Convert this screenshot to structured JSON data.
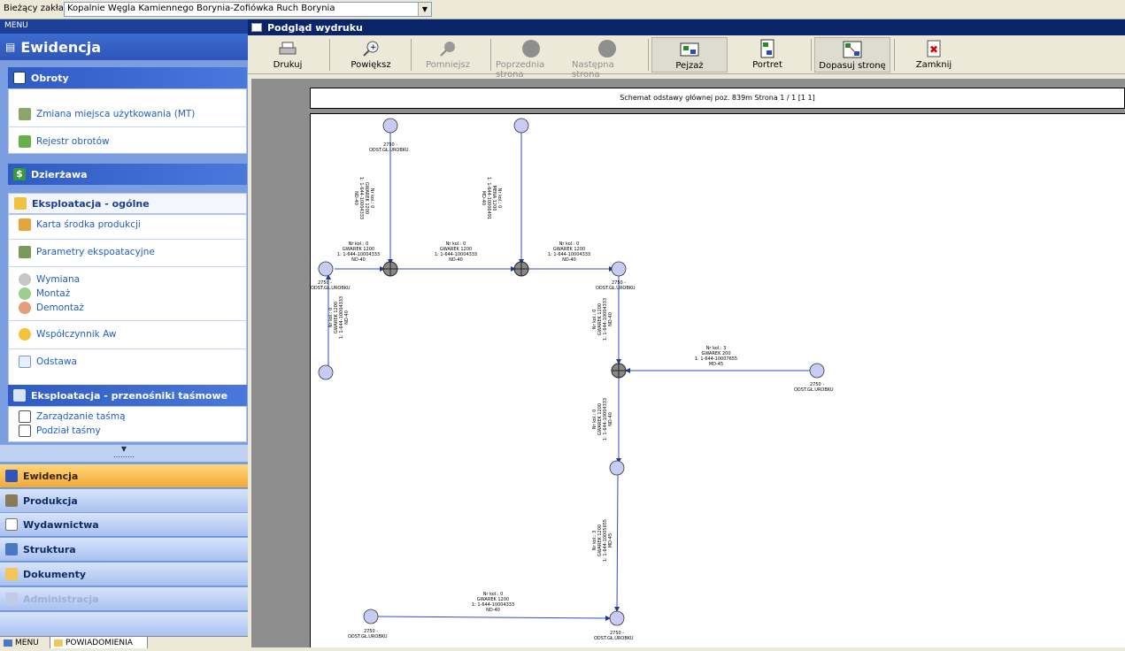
{
  "top": {
    "label": "Bieżący zakład",
    "plant": "Kopalnie Węgla Kamiennego  Borynia-Zofiówka Ruch Borynia"
  },
  "left": {
    "menu_header": "MENU",
    "title": "Ewidencja",
    "sections": {
      "obroty": "Obroty",
      "zmiana": "Zmiana miejsca użytkowania (MT)",
      "rejestr": "Rejestr obrotów",
      "dzierzawa": "Dzierżawa",
      "eksploatacja": "Eksploatacja - ogólne",
      "karta": "Karta środka produkcji",
      "parametry": "Parametry ekspoatacyjne",
      "wymiana": "Wymiana",
      "montaz": "Montaż",
      "demontaz": "Demontaż",
      "wspolczynnik": "Współczynnik Aw",
      "odstawa": "Odstawa",
      "przenosniki": "Eksploatacja - przenośniki taśmowe",
      "zarzadzanie": "Zarządzanie taśmą",
      "podzial": "Podział taśmy"
    },
    "nav": [
      "Ewidencja",
      "Produkcja",
      "Wydawnictwa",
      "Struktura",
      "Dokumenty",
      "Administracja"
    ],
    "tabs": [
      "MENU",
      "POWIADOMIENIA"
    ]
  },
  "preview": {
    "title": "Podgląd wydruku",
    "buttons": {
      "print": "Drukuj",
      "zoom_in": "Powiększ",
      "zoom_out": "Pomniejsz",
      "prev": "Poprzednia strona",
      "next": "Następna strona",
      "portrait": "Pejzaż",
      "landscape": "Portret",
      "fit": "Dopasuj stronę",
      "close": "Zamknij"
    },
    "page_header": "Schemat odstawy głównej poz. 839m   Strona 1 / 1 [1  1]"
  },
  "diagram": {
    "node_top1": "2750 -",
    "node_top1b": "ODST.GŁ.UROBKU",
    "node_left": "2750 -",
    "node_leftb": "ODST.GŁ.UROBKU",
    "node_mid": "2750 -",
    "node_midb": "ODST.GŁ.UROBKU",
    "node_rightside": "2750 -",
    "node_rightsideb": "ODST.GŁ.UROBKU",
    "node_bl": "2750 -",
    "node_blb": "ODST.GŁ.UROBKU",
    "node_br": "2750 -",
    "node_brb": "ODST.GŁ.UROBKU",
    "e1": [
      "Nr kol.: 0",
      "GWAREK 1200",
      "1: 1-644-10004333",
      "ND-40"
    ],
    "e2": [
      "Nr kol.: 0",
      "GWAREK 1200",
      "1: 1-644-10004333",
      "ND-40"
    ],
    "e3": [
      "Nr kol.: 0",
      "GWAREK 1200",
      "1: 1-644-10004333",
      "ND-40"
    ],
    "e4": [
      "Nr kol.: 3",
      "GWAREK 200",
      "1: 1-644-10007655",
      "MD-45"
    ],
    "e5": [
      "Nr kol.: 0",
      "GWAREK 1200",
      "1: 1-644-10004333",
      "ND-40"
    ],
    "v1": [
      "Nr kol.: 0",
      "GWAREK 1200",
      "1: 1-644-10004333",
      "ND-40"
    ],
    "v2": [
      "Nr kol.: 0",
      "MENA 1200",
      "1: 1-644-10006491",
      "MD-40"
    ],
    "v3": [
      "Nr kol.: 0",
      "GWAREK 1200",
      "1: 1-644-10004333",
      "ND-40"
    ],
    "v4": [
      "Nr kol.: 0",
      "GWAREK 1200",
      "1: 1-644-10004333",
      "ND-40"
    ],
    "v5": [
      "Nr kol.: 3",
      "GWAREK 1200",
      "1: 1-644-10005655",
      "MD-45"
    ],
    "v6": [
      "Nr kol.: 0",
      "GWAREK 1200",
      "1: 1-644-10004333",
      "ND-40"
    ]
  }
}
